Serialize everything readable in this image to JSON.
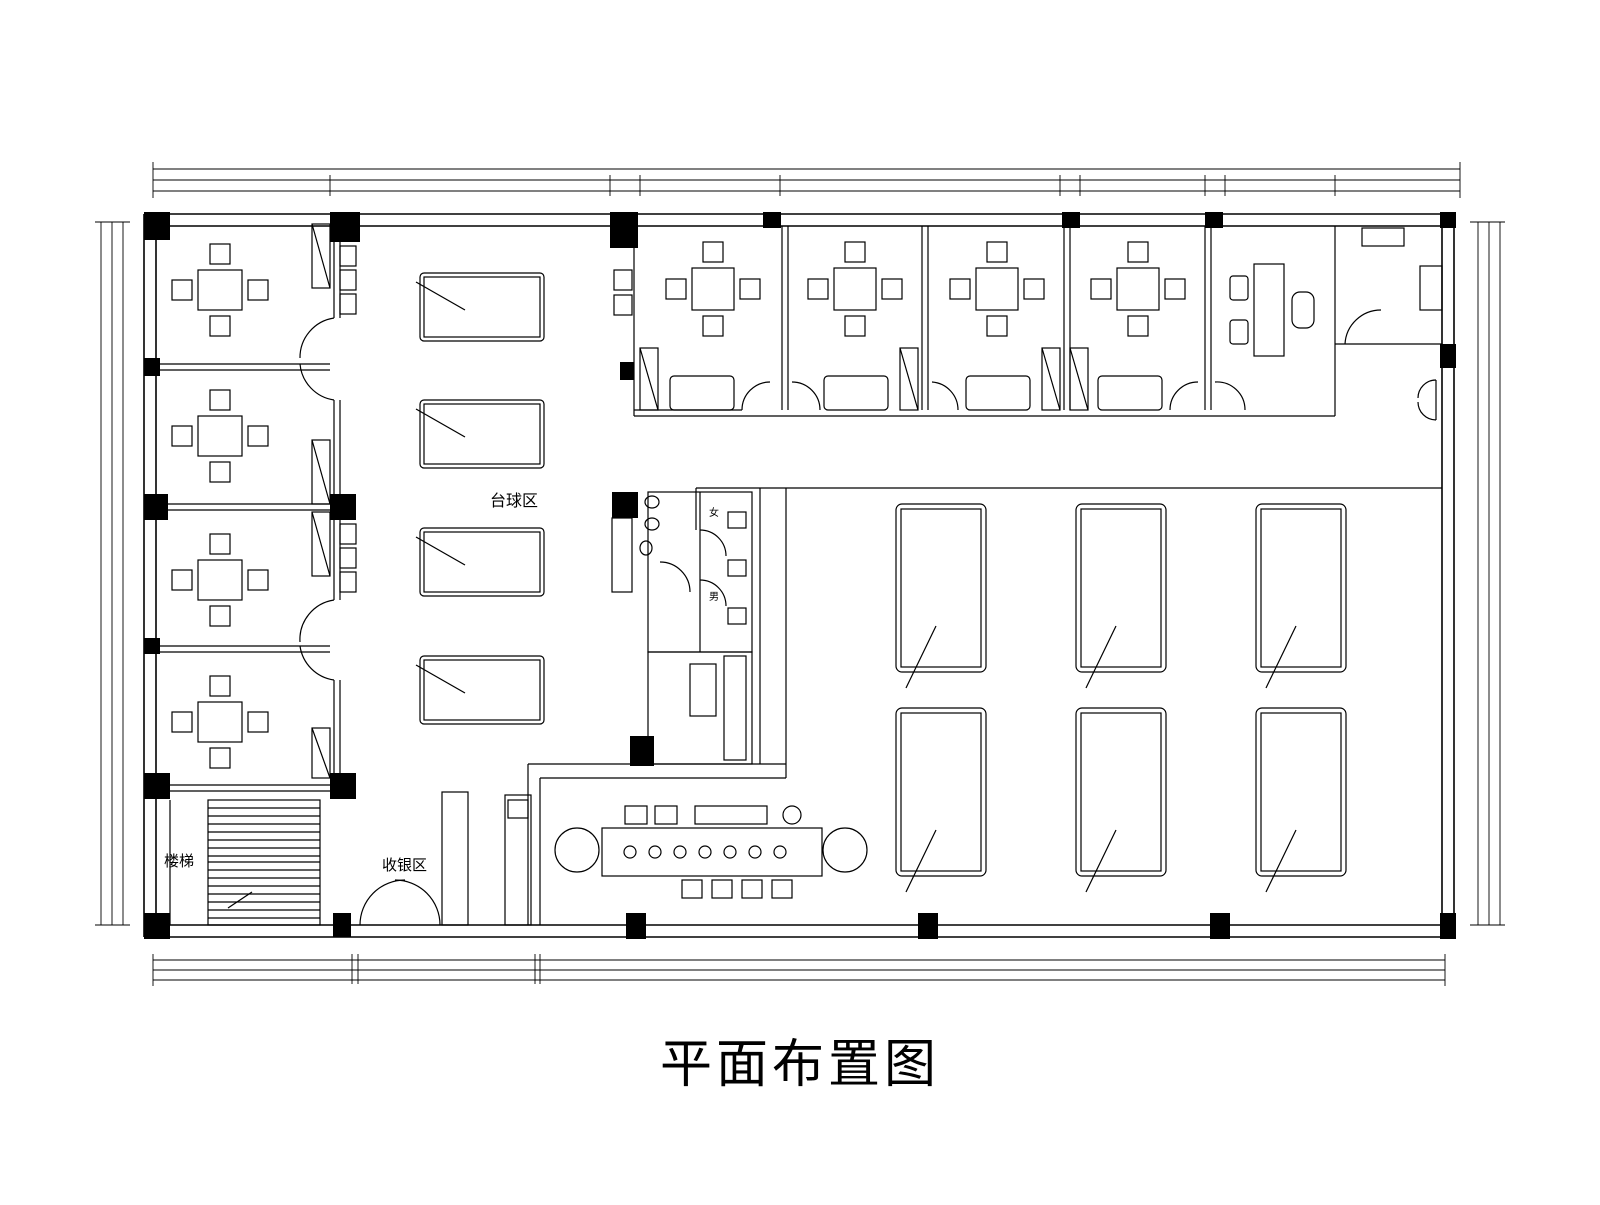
{
  "drawing_title": "平面布置图",
  "rooms": {
    "billiard_zone": "台球区",
    "stairs": "楼梯",
    "cashier": "收银区",
    "female_wc": "女",
    "male_wc": "男"
  },
  "colors": {
    "ink": "#000000",
    "paper": "#ffffff"
  }
}
